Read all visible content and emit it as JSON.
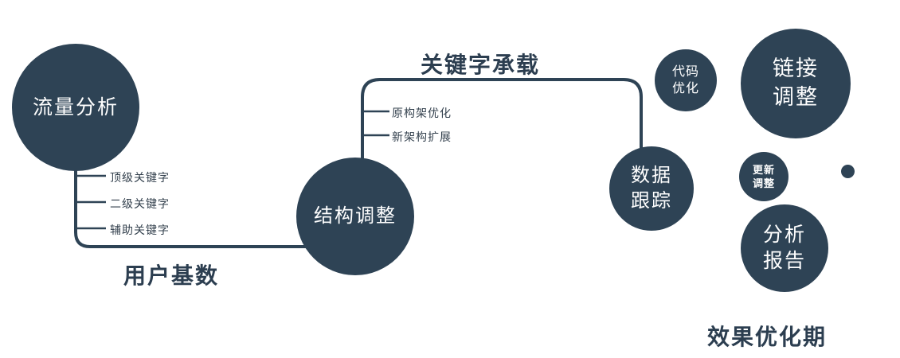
{
  "colors": {
    "node_fill": "#2e4355",
    "line": "#2e4355",
    "node_text": "#ffffff",
    "label_text": "#2c3e50"
  },
  "nodes": {
    "traffic_analysis": {
      "label": "流量分析"
    },
    "structure_adjust": {
      "label": "结构调整"
    },
    "data_tracking": {
      "line1": "数据",
      "line2": "跟踪"
    },
    "code_optimization": {
      "line1": "代码",
      "line2": "优化"
    },
    "link_adjustment": {
      "line1": "链接",
      "line2": "调整"
    },
    "update_adjustment": {
      "line1": "更新",
      "line2": "调整"
    },
    "analysis_report": {
      "line1": "分析",
      "line2": "报告"
    }
  },
  "edge_labels": {
    "user_base": "用户基数",
    "keyword_bearing": "关键字承载"
  },
  "branches": {
    "traffic": [
      "顶级关键字",
      "二级关键字",
      "辅助关键字"
    ],
    "structure": [
      "原构架优化",
      "新架构扩展"
    ]
  },
  "caption": "效果优化期"
}
